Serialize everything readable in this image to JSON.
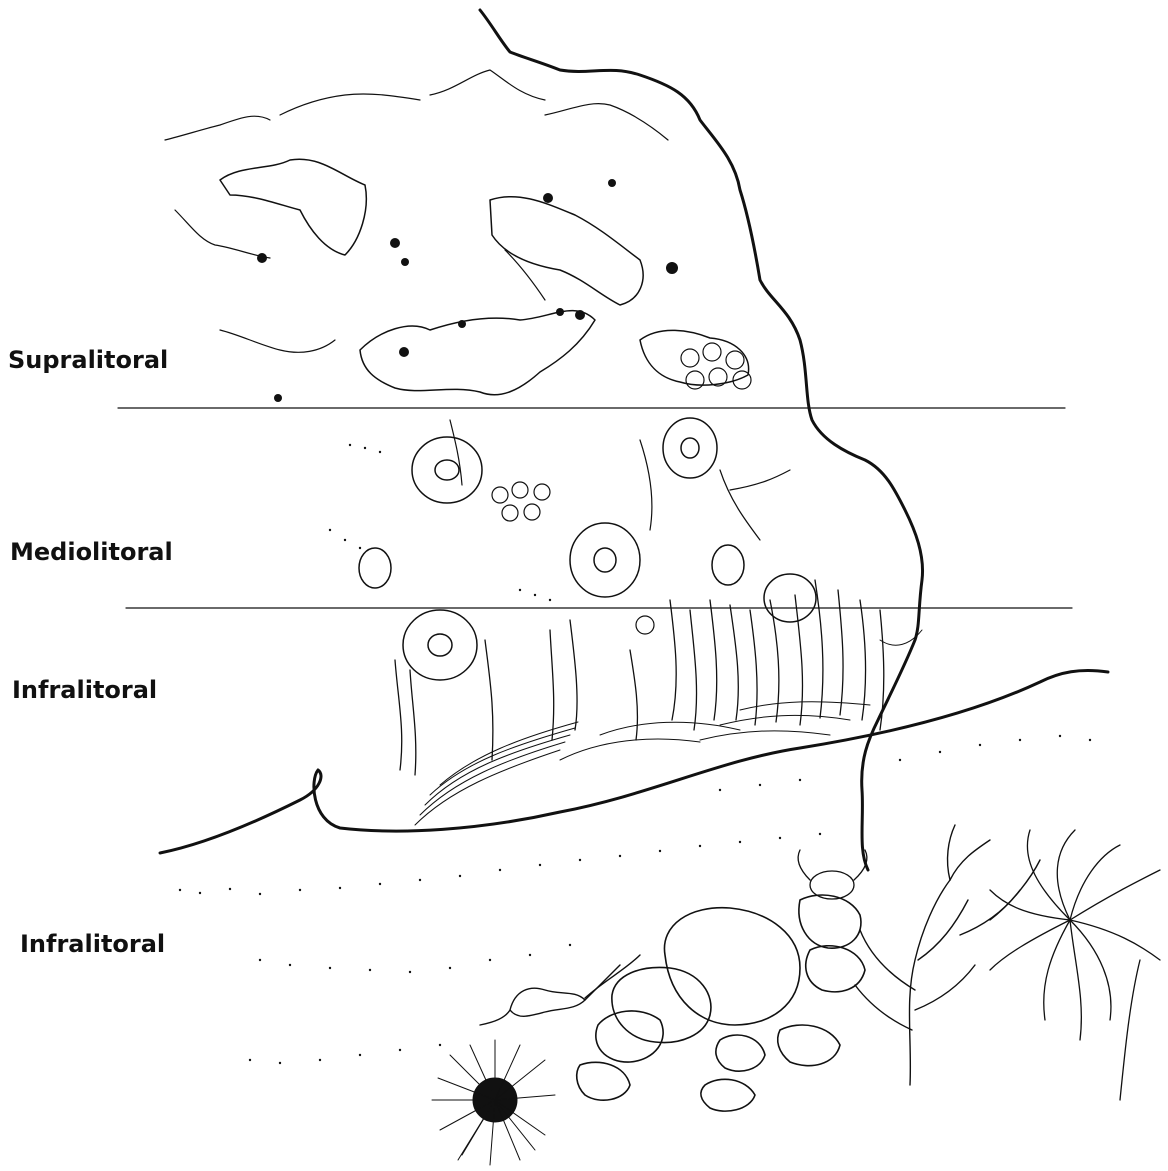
{
  "zones": [
    {
      "id": "supralitoral",
      "label": "Supralitoral"
    },
    {
      "id": "mediolitoral",
      "label": "Mediolitoral"
    },
    {
      "id": "infralitoral_upper",
      "label": "Infralitoral"
    },
    {
      "id": "infralitoral_lower",
      "label": "Infralitoral"
    }
  ],
  "colors": {
    "ink": "#111111",
    "paper": "#ffffff"
  },
  "illustration": {
    "style": "black ink pen drawing",
    "elements": [
      "rocky cliff",
      "lichen patches",
      "barnacles",
      "limpets",
      "algae fronds",
      "water line",
      "boulders",
      "sea urchin",
      "shrimp",
      "branching algae",
      "sea anemone"
    ]
  }
}
